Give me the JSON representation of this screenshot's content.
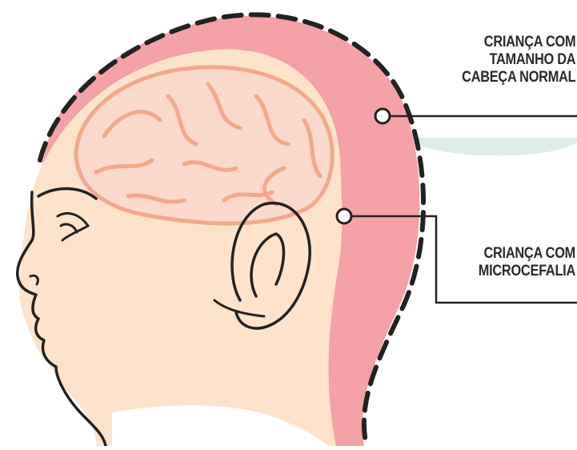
{
  "callouts": {
    "normal": {
      "lines": [
        "CRIANÇA COM",
        "TAMANHO DA",
        "CABEÇA NORMAL"
      ]
    },
    "microcephaly": {
      "lines": [
        "CRIANÇA COM",
        "MICROCEFALIA"
      ]
    }
  },
  "colors": {
    "normal_head_fill": "#f4a1a8",
    "small_head_fill": "#fde3cc",
    "brain_stroke": "#f2a98c",
    "outline": "#222222",
    "callout_bubble": "#ddeee6"
  }
}
